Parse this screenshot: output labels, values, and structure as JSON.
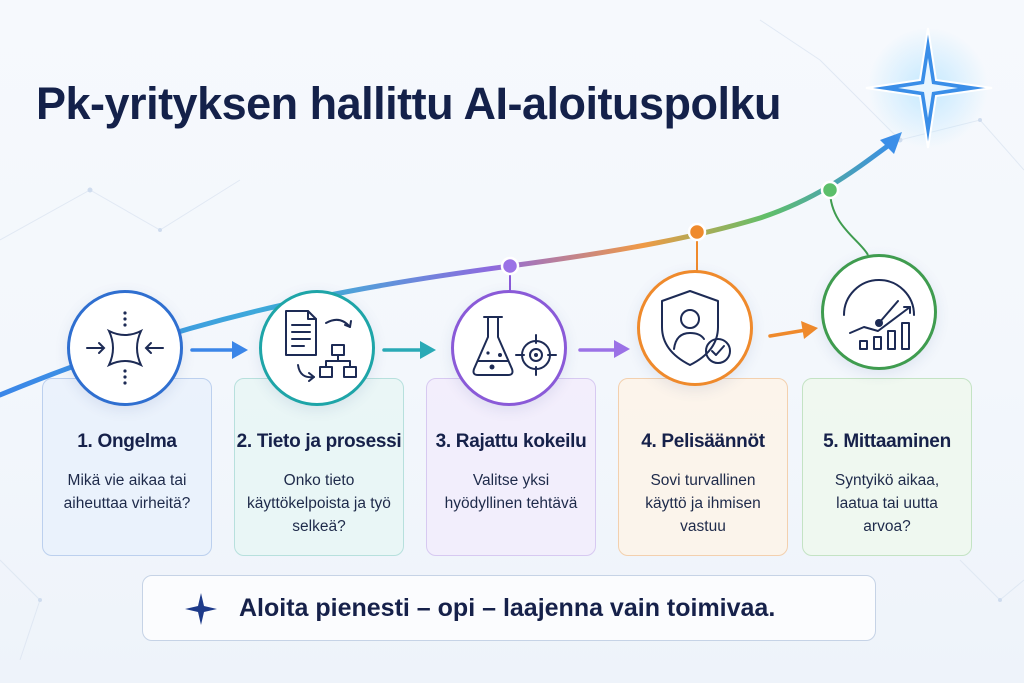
{
  "title": "Pk-yrityksen hallittu AI-aloituspolku",
  "steps": [
    {
      "heading": "1. Ongelma",
      "text": "Mikä vie aikaa tai aiheuttaa virheitä?",
      "icon": "compress-arrows-icon",
      "color": "#2f6fd0"
    },
    {
      "heading": "2. Tieto ja prosessi",
      "text": "Onko tieto käyttökelpoista ja työ selkeä?",
      "icon": "document-flowchart-icon",
      "color": "#1ea5a8"
    },
    {
      "heading": "3. Rajattu kokeilu",
      "text": "Valitse yksi hyödyllinen tehtävä",
      "icon": "flask-target-icon",
      "color": "#8a5ad8"
    },
    {
      "heading": "4. Pelisäännöt",
      "text": "Sovi turvallinen käyttö ja ihmisen vastuu",
      "icon": "shield-person-check-icon",
      "color": "#ef8a2c"
    },
    {
      "heading": "5. Mittaaminen",
      "text": "Syntyikö aikaa, laatua tai uutta arvoa?",
      "icon": "gauge-growth-chart-icon",
      "color": "#3f9c4f"
    }
  ],
  "slogan": "Aloita pienesti – opi – laajenna vain toimivaa.",
  "icons": {
    "star": "four-point-star-icon"
  }
}
